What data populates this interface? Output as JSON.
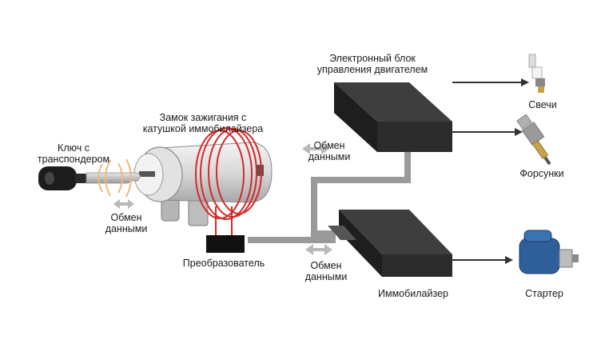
{
  "labels": {
    "key_line1": "Ключ с",
    "key_line2": "транспондером",
    "key_exchange_line1": "Обмен",
    "key_exchange_line2": "данными",
    "lock_line1": "Замок зажигания с",
    "lock_line2": "катушкой иммобилайзера",
    "converter": "Преобразователь",
    "ecu_line1": "Электронный блок",
    "ecu_line2": "управления двигателем",
    "upper_exchange_line1": "Обмен",
    "upper_exchange_line2": "данными",
    "lower_exchange_line1": "Обмен",
    "lower_exchange_line2": "данными",
    "immobilizer": "Иммобилайзер",
    "spark_plugs": "Свечи",
    "injectors": "Форсунки",
    "starter": "Стартер"
  },
  "colors": {
    "block": "#2b2b2b",
    "block_top": "#3e3e3e",
    "cable": "#9a9a9a",
    "coil": "#d42a2a",
    "arrow": "#333333",
    "exchange_arrow": "#b9b9b9",
    "starter_body": "#2e5f9a"
  }
}
